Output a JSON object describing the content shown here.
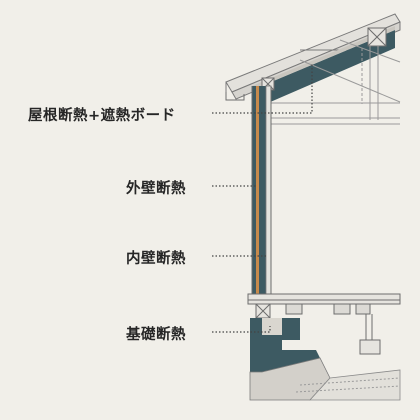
{
  "labels": {
    "roof": "屋根断熱+遮熱ボード",
    "outer_wall": "外壁断熱",
    "inner_wall": "内壁断熱",
    "foundation": "基礎断熱"
  },
  "colors": {
    "background": "#f1efe9",
    "insulation": "#3d5a62",
    "wall_accent": "#c78a4c",
    "line": "#6d6d6d",
    "text": "#262626"
  }
}
